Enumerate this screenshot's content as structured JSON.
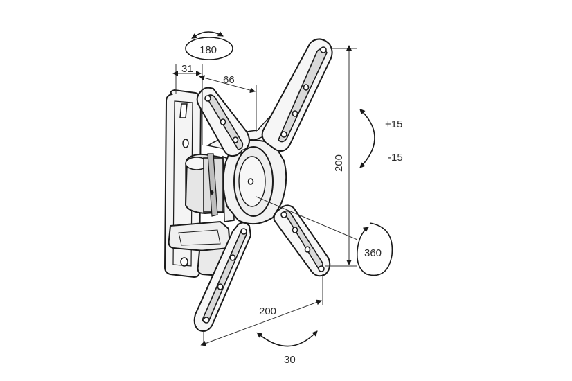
{
  "labels": {
    "swivel": "180",
    "depth_min": "31",
    "depth_max": "66",
    "vesa_vertical": "200",
    "vesa_horizontal": "200",
    "tilt_up": "+15",
    "tilt_down": "-15",
    "rotation": "360",
    "pan": "30"
  },
  "colors": {
    "line": "#1a1a1a",
    "dim_line": "#333333",
    "fill_light": "#f4f4f4",
    "fill_mid": "#e6e6e6"
  }
}
